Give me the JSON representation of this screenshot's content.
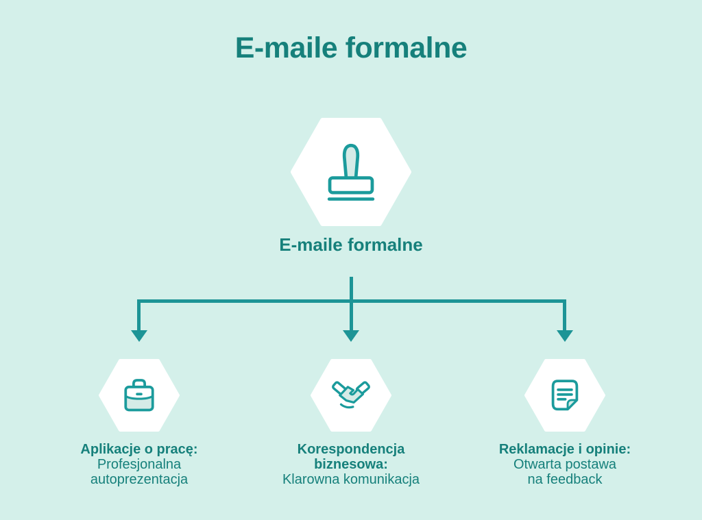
{
  "title": "E-maile formalne",
  "root": {
    "label": "E-maile formalne",
    "icon": "stamp-icon"
  },
  "branches": [
    {
      "icon": "briefcase-icon",
      "heading_lines": [
        "Aplikacje o pracę:"
      ],
      "body_lines": [
        "Profesjonalna",
        "autoprezentacja"
      ]
    },
    {
      "icon": "handshake-icon",
      "heading_lines": [
        "Korespondencja",
        "biznesowa:"
      ],
      "body_lines": [
        "Klarowna komunikacja"
      ]
    },
    {
      "icon": "document-icon",
      "heading_lines": [
        "Reklamacje i opinie:"
      ],
      "body_lines": [
        "Otwarta postawa",
        "na feedback"
      ]
    }
  ],
  "colors": {
    "background": "#d4f0ea",
    "text": "#16807b",
    "connector": "#1d9496",
    "icon_stroke": "#1b9b9c",
    "icon_fill_light": "#d5ebe7",
    "hexagon_fill": "#ffffff"
  }
}
